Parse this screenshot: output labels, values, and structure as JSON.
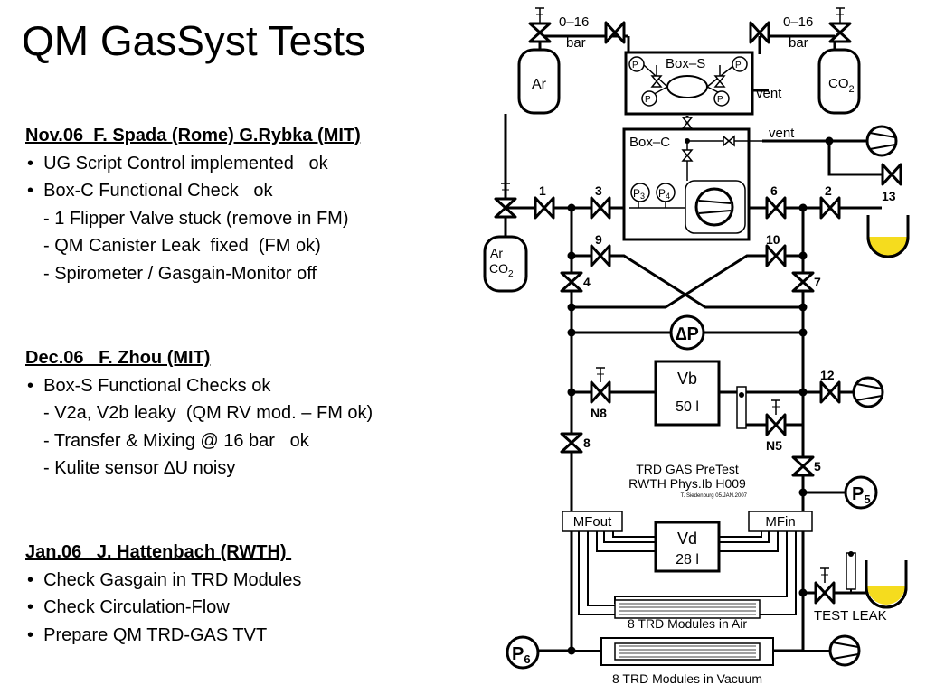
{
  "title": "QM GasSyst Tests",
  "sections": [
    {
      "heading": "Nov.06  F. Spada (Rome) G.Rybka (MIT)",
      "lines": [
        {
          "kind": "b",
          "text": "•  UG Script Control implemented   ok"
        },
        {
          "kind": "b",
          "text": "•  Box-C Functional Check   ok"
        },
        {
          "kind": "s",
          "text": "- 1 Flipper Valve stuck (remove in FM)"
        },
        {
          "kind": "s",
          "text": "- QM Canister Leak  fixed  (FM ok)"
        },
        {
          "kind": "s",
          "text": "- Spirometer / Gasgain-Monitor off"
        }
      ]
    },
    {
      "heading": "Dec.06   F. Zhou (MIT)",
      "lines": [
        {
          "kind": "b",
          "text": "•  Box-S Functional Checks ok"
        },
        {
          "kind": "s",
          "text": "- V2a, V2b leaky  (QM RV mod. – FM ok)"
        },
        {
          "kind": "s",
          "text": "- Transfer & Mixing @ 16 bar   ok"
        },
        {
          "kind": "s",
          "text": "- Kulite sensor ∆U noisy"
        }
      ]
    },
    {
      "heading": "Jan.06   J. Hattenbach (RWTH) ",
      "lines": [
        {
          "kind": "b",
          "text": "•  Check Gasgain in TRD Modules"
        },
        {
          "kind": "b",
          "text": "•  Check Circulation-Flow"
        },
        {
          "kind": "b",
          "text": "•  Prepare QM TRD-GAS TVT"
        }
      ]
    }
  ],
  "diagram": {
    "range_left": "0–16",
    "range_right": "0–16",
    "bar": "bar",
    "ar": "Ar",
    "co2": "CO",
    "co2_sub": "2",
    "box_s": "Box–S",
    "vent": "vent",
    "box_c": "Box–C",
    "p3": "P",
    "p3_sub": "3",
    "p4": "P",
    "p4_sub": "4",
    "ar_co2_ar": "Ar",
    "ar_co2_co": "CO",
    "ar_co2_sub": "2",
    "v1": "1",
    "v2": "2",
    "v3": "3",
    "v4": "4",
    "v5": "5",
    "v6": "6",
    "v7": "7",
    "v8": "8",
    "v9": "9",
    "v10": "10",
    "v12": "12",
    "v13": "13",
    "vn8": "N8",
    "vn5": "N5",
    "delta_p": "∆P",
    "vb": "Vb",
    "vb_vol": "50 l",
    "vd": "Vd",
    "vd_vol": "28 l",
    "pretest_1": "TRD GAS PreTest",
    "pretest_2": "RWTH Phys.Ib H009",
    "pretest_3": "T. Siedenburg 05.JAN.2007",
    "p5": "P",
    "p5_sub": "5",
    "p6": "P",
    "p6_sub": "6",
    "mfout": "MFout",
    "mfin": "MFin",
    "modules_air": "8 TRD Modules in Air",
    "modules_vac": "8 TRD Modules in Vacuum",
    "test_leak": "TEST LEAK"
  }
}
